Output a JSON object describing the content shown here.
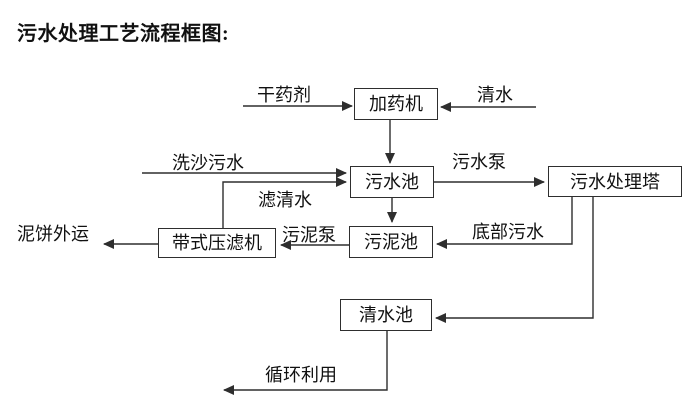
{
  "title": "污水处理工艺流程框图:",
  "colors": {
    "background": "#ffffff",
    "line": "#2e2e2e",
    "text": "#111111"
  },
  "nodes": [
    {
      "name": "dosing-machine",
      "label": "加药机"
    },
    {
      "name": "sewage-pool",
      "label": "污水池"
    },
    {
      "name": "sewage-treatment-tower",
      "label": "污水处理塔"
    },
    {
      "name": "sludge-pool",
      "label": "污泥池"
    },
    {
      "name": "belt-filter-press",
      "label": "带式压滤机"
    },
    {
      "name": "clear-water-pool",
      "label": "清水池"
    }
  ],
  "flow_labels": [
    {
      "name": "dry-chemical",
      "label": "干药剂"
    },
    {
      "name": "clear-water",
      "label": "清水"
    },
    {
      "name": "sand-washing-sewage",
      "label": "洗沙污水"
    },
    {
      "name": "sewage-pump",
      "label": "污水泵"
    },
    {
      "name": "filtered-water",
      "label": "滤清水"
    },
    {
      "name": "sludge-pump",
      "label": "污泥泵"
    },
    {
      "name": "bottom-sewage",
      "label": "底部污水"
    },
    {
      "name": "mud-cake-transport",
      "label": "泥饼外运"
    },
    {
      "name": "recycling",
      "label": "循环利用"
    }
  ]
}
